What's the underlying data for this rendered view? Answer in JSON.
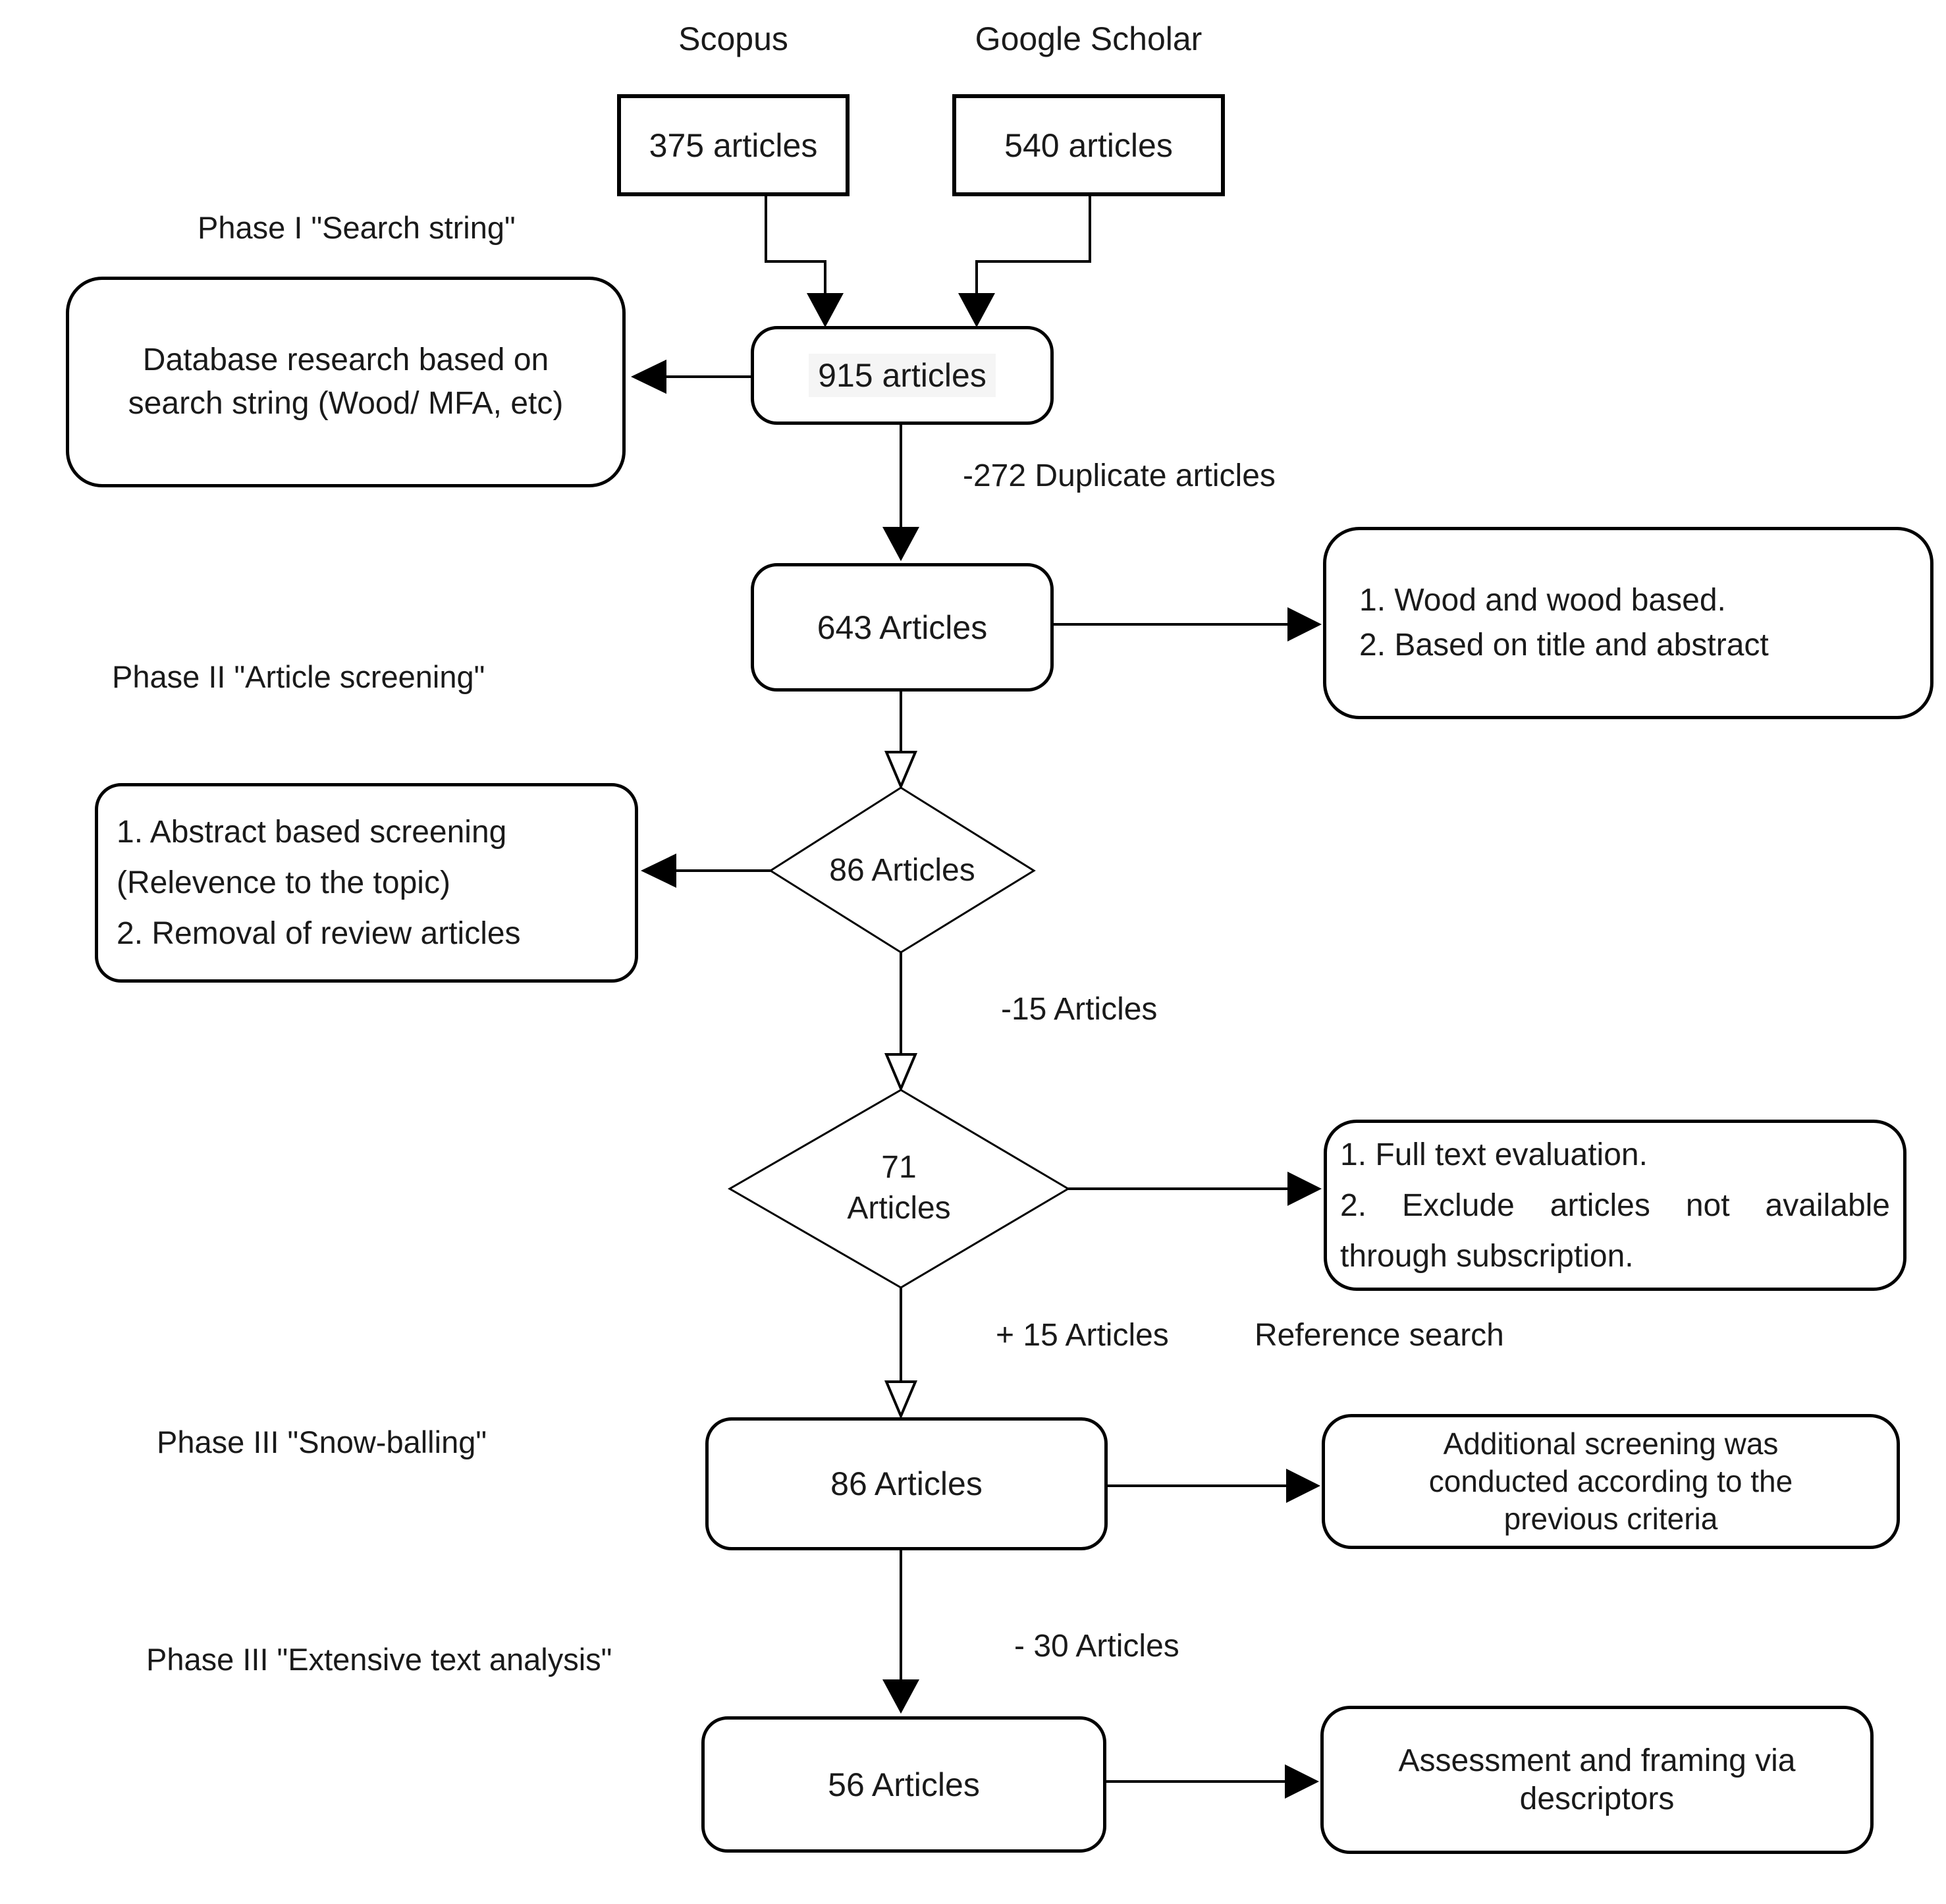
{
  "sources": {
    "scopus_label": "Scopus",
    "scopus_count": "375 articles",
    "google_label": "Google Scholar",
    "google_count": "540 articles"
  },
  "phases": {
    "phase1": "Phase I \"Search string\"",
    "phase2": "Phase II \"Article screening\"",
    "phase3_snowballing": "Phase III \"Snow-balling\"",
    "phase3_text": "Phase III \"Extensive text analysis\""
  },
  "nodes": {
    "db_research_line1": "Database research based on",
    "db_research_line2": "search string (Wood/ MFA, etc)",
    "articles_915": "915 articles",
    "articles_643": "643 Articles",
    "wood_line1": "1. Wood and wood based.",
    "wood_line2": "2. Based on title and abstract",
    "diamond_86": "86 Articles",
    "abstract_line1": "1. Abstract based screening",
    "abstract_line2": "(Relevence to the topic)",
    "abstract_line3": "2. Removal of review articles",
    "diamond_71_line1": "71",
    "diamond_71_line2": "Articles",
    "fulltext_line1": "1. Full text evaluation.",
    "fulltext_line2": "2. Exclude articles not available",
    "fulltext_line3": "through subscription.",
    "snowball_86": "86 Articles",
    "additional_line1": "Additional screening was",
    "additional_line2": "conducted according to the",
    "additional_line3": "previous criteria",
    "articles_56": "56 Articles",
    "assessment_line1": "Assessment and framing via",
    "assessment_line2": "descriptors"
  },
  "edge_labels": {
    "duplicates": "-272 Duplicate articles",
    "minus_15": "-15 Articles",
    "plus_15": "+ 15 Articles",
    "reference_search": "Reference search",
    "minus_30": "- 30 Articles"
  },
  "colors": {
    "stroke": "#000000",
    "background": "#ffffff",
    "text": "#1a1a1a"
  }
}
